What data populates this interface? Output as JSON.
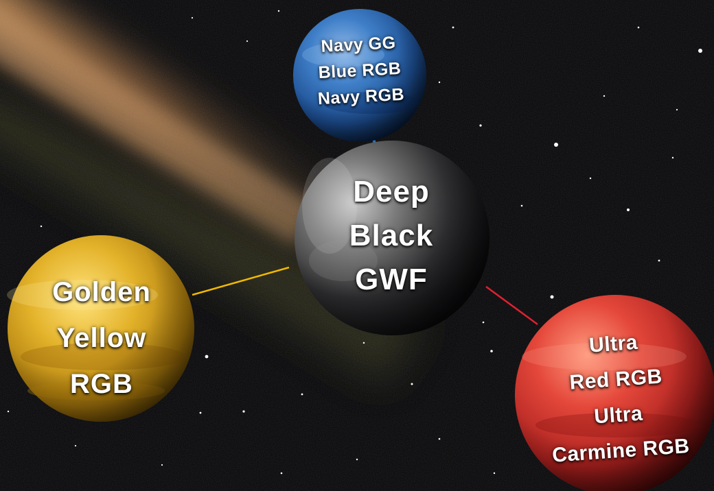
{
  "planets": {
    "navy": {
      "lines": [
        "Navy GG",
        "Blue RGB",
        "Navy RGB"
      ],
      "color": "#2f6fc7"
    },
    "black": {
      "lines": [
        "Deep",
        "Black",
        "GWF"
      ],
      "color": "#2a2a2c"
    },
    "gold": {
      "lines": [
        "Golden",
        "Yellow",
        "RGB"
      ],
      "color": "#d9a417"
    },
    "red": {
      "lines": [
        "Ultra",
        "Red RGB",
        "Ultra",
        "Carmine RGB"
      ],
      "color": "#d8322a"
    }
  },
  "connectors": {
    "navy": "#1a78d0",
    "gold": "#f0b800",
    "red": "#e02030"
  },
  "background": {
    "space": "#040406",
    "nebula": "#c8864a"
  }
}
